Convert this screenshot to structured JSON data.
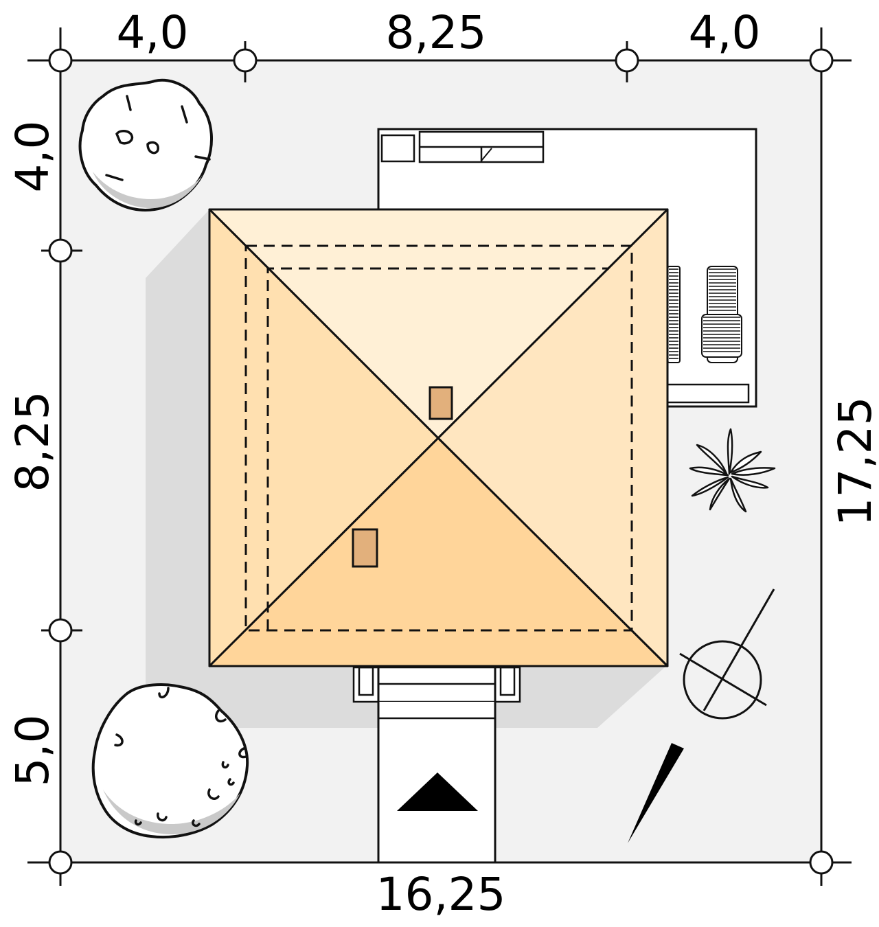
{
  "site_plan": {
    "dimensions": {
      "top_left": "4,0",
      "top_middle": "8,25",
      "top_right": "4,0",
      "left_top": "4,0",
      "left_middle": "8,25",
      "left_bottom": "5,0",
      "right_total": "17,25",
      "bottom_total": "16,25"
    },
    "colors": {
      "plot_fill": "#f2f2f2",
      "shadow": "#dcdcdc",
      "roof_north": "#fff0d6",
      "roof_west": "#ffe0b0",
      "roof_east": "#ffe6c0",
      "roof_south": "#ffd59a",
      "chimney": "#e2b07c",
      "outline": "#111111"
    },
    "symbols": {
      "tree_top": "tree-icon",
      "tree_bottom": "tree-icon",
      "plant": "plant-icon",
      "compass": "north-arrow-icon",
      "entrance": "entrance-arrow-icon"
    }
  }
}
